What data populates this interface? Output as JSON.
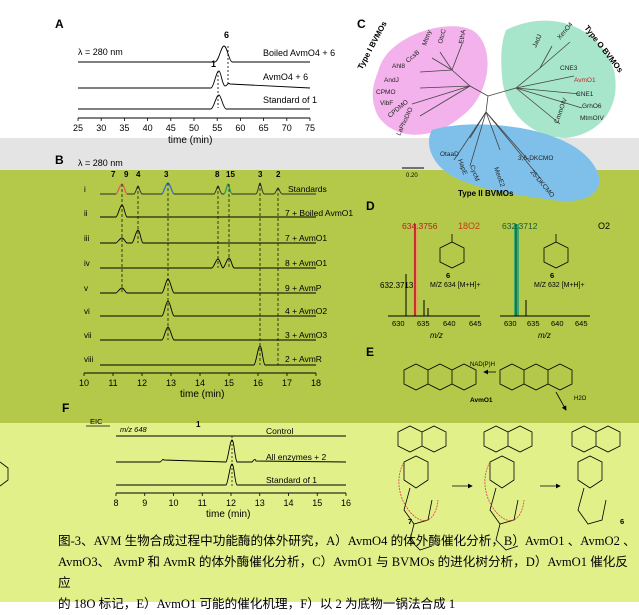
{
  "figure": {
    "panel_letters": {
      "a": "A",
      "b": "B",
      "c": "C",
      "d": "D",
      "e": "E",
      "f": "F"
    },
    "caption_lines": [
      "图-3、AVM 生物合成过程中功能酶的体外研究，A）AvmO4 的体外酶催化分析，B）AvmO1 、AvmO2 、",
      "AvmO3、 AvmP 和 AvmR 的体外酶催化分析，C）AvmO1 与 BVMOs 的进化树分析，D）AvmO1 催化反应",
      "的 18O 标记，E）AvmO1 可能的催化机理，F）以 2 为底物一锅法合成 1"
    ]
  },
  "panel_a": {
    "wavelength": "λ = 280 nm",
    "xlabel": "time (min)",
    "x_ticks": [
      "25",
      "30",
      "35",
      "40",
      "45",
      "50",
      "55",
      "60",
      "65",
      "70",
      "75"
    ],
    "peak_labels": {
      "p6": "6",
      "p1": "1"
    },
    "traces": [
      {
        "label": "Boiled AvmO4 + 6"
      },
      {
        "label": "AvmO4 + 6"
      },
      {
        "label": "Standard of 1"
      }
    ]
  },
  "panel_b": {
    "wavelength": "λ = 280 nm",
    "xlabel": "time (min)",
    "x_ticks": [
      "10",
      "11",
      "12",
      "13",
      "14",
      "15",
      "16",
      "17",
      "18"
    ],
    "peak_labels": {
      "p7": "7",
      "p9": "9",
      "p4": "4",
      "p3_top": "3",
      "p8": "8",
      "p15": "15",
      "p3": "3",
      "p2": "2"
    },
    "traces": [
      {
        "num": "i",
        "label": "Standards"
      },
      {
        "num": "ii",
        "label": "7 + Boiled AvmO1"
      },
      {
        "num": "iii",
        "label": "7 + AvmO1"
      },
      {
        "num": "iv",
        "label": "8 + AvmO1"
      },
      {
        "num": "v",
        "label": "9 + AvmP"
      },
      {
        "num": "vi",
        "label": "4 + AvmO2"
      },
      {
        "num": "vii",
        "label": "3 + AvmO3"
      },
      {
        "num": "viii",
        "label": "2 + AvmR"
      }
    ]
  },
  "panel_c": {
    "group_labels": {
      "type1": "Type I BVMOs",
      "type0": "Type O BVMOs",
      "type2": "Type II BVMOs"
    },
    "scale": "0.20",
    "leaves": {
      "type1": [
        "Mtmy",
        "CcsB",
        "Ahl8",
        "AndJ",
        "CPMO",
        "VibF",
        "CPDMO",
        "LaPhoDIO",
        "OtcC",
        "EthA"
      ],
      "type0": [
        "JadJ",
        "XenO4",
        "CNE3",
        "AvmO1",
        "CNE1",
        "GrhO6",
        "MtmOIV",
        "CmmOIV"
      ],
      "type2": [
        "OtaaD",
        "3,6-DKCMO",
        "25-DKCMO",
        "MeoE2",
        "HapE",
        "CycM"
      ]
    }
  },
  "panel_d": {
    "left": {
      "mz": "634.3756",
      "minor_mz": "632.3713",
      "tag": "18O2",
      "label": "M/Z 634 [M+H]+",
      "compound": "6"
    },
    "right": {
      "mz": "632.3712",
      "tag": "O2",
      "label": "M/Z 632 [M+H]+",
      "compound": "6"
    },
    "x_ticks": [
      "630",
      "635",
      "640",
      "645"
    ],
    "xlabel": "m/z"
  },
  "panel_e": {
    "labels": {
      "cofactor": "NAD(P)H",
      "enzyme": "AvmO1",
      "water": "H2O",
      "c7": "7",
      "c6": "6"
    }
  },
  "panel_f": {
    "eic": "EIC",
    "mz": "m/z 648",
    "peak_label": "1",
    "xlabel": "time (min)",
    "x_ticks": [
      "8",
      "9",
      "10",
      "11",
      "12",
      "13",
      "14",
      "15",
      "16"
    ],
    "traces": [
      {
        "label": "Control"
      },
      {
        "label": "All enzymes + 2"
      },
      {
        "label": "Standard of 1"
      }
    ]
  }
}
